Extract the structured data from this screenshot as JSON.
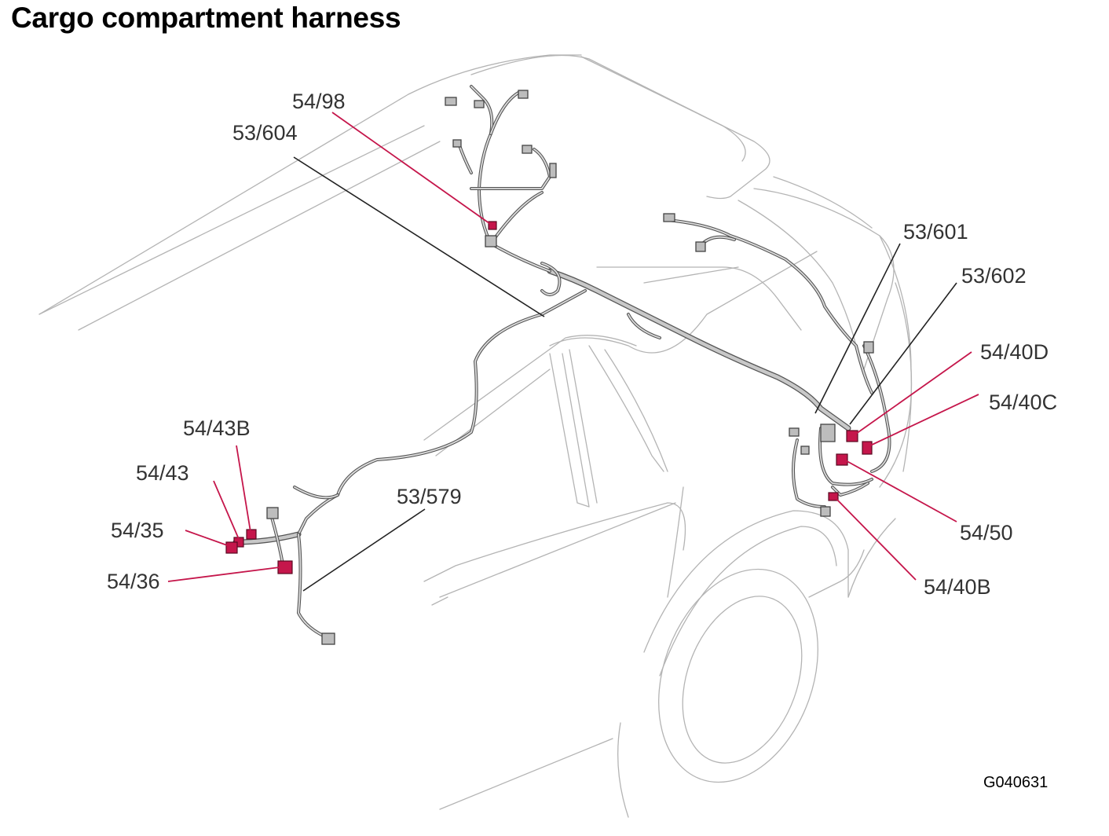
{
  "title": "Cargo compartment harness",
  "figure_code": "G040631",
  "labels": {
    "l_54_98": "54/98",
    "l_53_604": "53/604",
    "l_53_601": "53/601",
    "l_53_602": "53/602",
    "l_54_40D": "54/40D",
    "l_54_40C": "54/40C",
    "l_54_50": "54/50",
    "l_54_40B": "54/40B",
    "l_54_43B": "54/43B",
    "l_54_43": "54/43",
    "l_54_35": "54/35",
    "l_54_36": "54/36",
    "l_53_579": "53/579"
  },
  "colors": {
    "red_connector": "#c5164b",
    "harness": "#c8c8c8",
    "car_outline": "#b4b4b4"
  }
}
